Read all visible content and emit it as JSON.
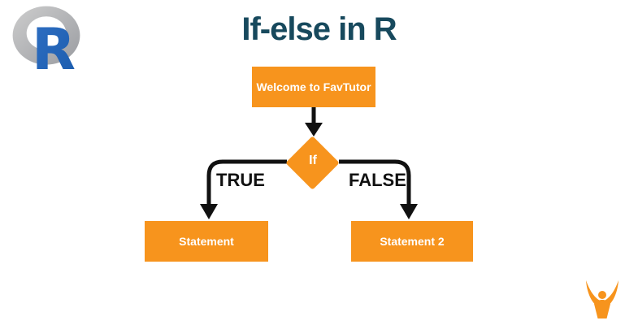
{
  "theme": {
    "accent": "#F7941D",
    "line": "#111111",
    "title-color": "#17495D",
    "r-blue": "#2367C1",
    "ring-gray": "#B5B5B5"
  },
  "title": {
    "text": "If-else in R"
  },
  "logos": {
    "r_logo": {
      "letter": "R",
      "ring_color": "#B5B5B5",
      "letter_color": "#2367C1"
    },
    "favtutor_logo": {
      "color": "#F7941D"
    }
  },
  "flowchart": {
    "start_box": {
      "label": "Welcome to FavTutor"
    },
    "decision": {
      "label": "If"
    },
    "branches": {
      "true_label": "TRUE",
      "false_label": "FALSE"
    },
    "outcome_boxes": [
      {
        "label": "Statement"
      },
      {
        "label": "Statement 2"
      }
    ]
  }
}
